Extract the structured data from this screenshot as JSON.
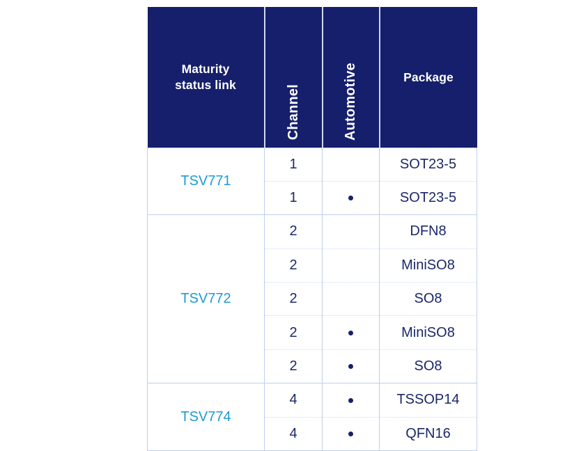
{
  "table": {
    "headers": {
      "part": "Maturity\nstatus link",
      "part_line1": "Maturity",
      "part_line2": "status link",
      "channel": "Channel",
      "automotive": "Automotive",
      "package": "Package"
    },
    "colors": {
      "header_background": "#151f6b",
      "header_text": "#ffffff",
      "link_text": "#1c9ad6",
      "cell_text": "#1b2769",
      "grid_line": "#bcd0ef",
      "page_background": "#ffffff"
    },
    "groups": [
      {
        "part": "TSV771",
        "rows": [
          {
            "channel": "1",
            "automotive": "",
            "package": "SOT23-5"
          },
          {
            "channel": "1",
            "automotive": "•",
            "package": "SOT23-5"
          }
        ]
      },
      {
        "part": "TSV772",
        "rows": [
          {
            "channel": "2",
            "automotive": "",
            "package": "DFN8"
          },
          {
            "channel": "2",
            "automotive": "",
            "package": "MiniSO8"
          },
          {
            "channel": "2",
            "automotive": "",
            "package": "SO8"
          },
          {
            "channel": "2",
            "automotive": "•",
            "package": "MiniSO8"
          },
          {
            "channel": "2",
            "automotive": "•",
            "package": "SO8"
          }
        ]
      },
      {
        "part": "TSV774",
        "rows": [
          {
            "channel": "4",
            "automotive": "•",
            "package": "TSSOP14"
          },
          {
            "channel": "4",
            "automotive": "•",
            "package": "QFN16"
          }
        ]
      }
    ]
  }
}
